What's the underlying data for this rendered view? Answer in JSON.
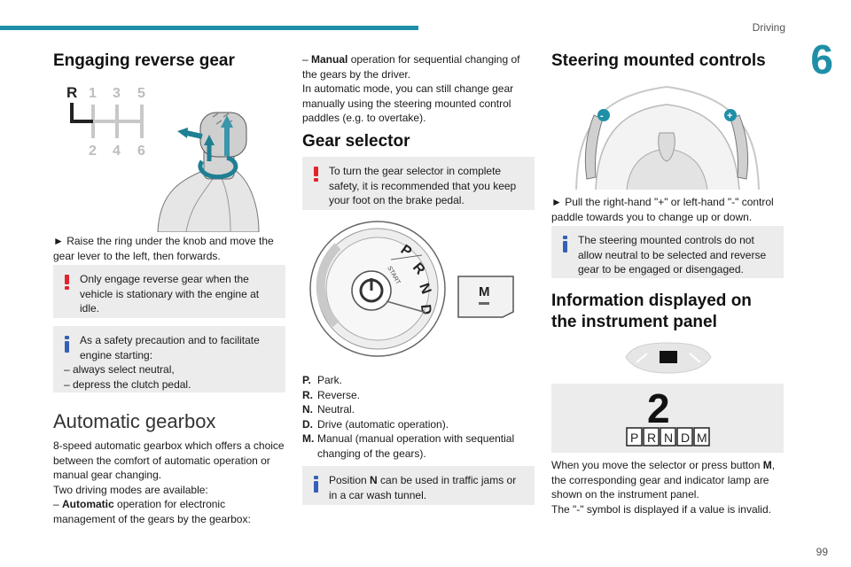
{
  "header": {
    "running_head": "Driving",
    "chapter": "6",
    "page_number": "99"
  },
  "reverse": {
    "title": "Engaging reverse gear",
    "diagram_top": [
      "R",
      "1",
      "3",
      "5"
    ],
    "diagram_bottom": [
      "2",
      "4",
      "6"
    ],
    "instruction": "► Raise the ring under the knob and move the gear lever to the left, then forwards.",
    "warning": "Only engage reverse gear when the vehicle is stationary with the engine at idle.",
    "info_intro": "As a safety precaution and to facilitate engine starting:",
    "info_items": [
      "– always select neutral,",
      "– depress the clutch pedal."
    ]
  },
  "automatic": {
    "title": "Automatic gearbox",
    "para1": "8-speed automatic gearbox which offers a choice between the comfort of automatic operation or manual gear changing.",
    "para2": "Two driving modes are available:",
    "mode1_bold": "Automatic",
    "mode1_rest": " operation for electronic management of the gears by the gearbox:",
    "mode2_bold": "Manual",
    "mode2_rest": " operation for sequential changing of the gears by the driver.",
    "para3": "In automatic mode, you can still change gear manually using the steering mounted control paddles (e.g. to overtake)."
  },
  "selector": {
    "title": "Gear selector",
    "warning": "To turn the gear selector in complete safety, it is recommended that you keep your foot on the brake pedal.",
    "dial_letters": [
      "P",
      "R",
      "N",
      "D"
    ],
    "dial_start": "START",
    "button_label": "M",
    "gears": [
      {
        "key": "P.",
        "text": "Park."
      },
      {
        "key": "R.",
        "text": "Reverse."
      },
      {
        "key": "N.",
        "text": "Neutral."
      },
      {
        "key": "D.",
        "text": "Drive (automatic operation)."
      },
      {
        "key": "M.",
        "text": "Manual (manual operation with sequential changing of the gears)."
      }
    ],
    "info_pre": "Position ",
    "info_bold": "N",
    "info_post": " can be used in traffic jams or in a car wash tunnel."
  },
  "steering": {
    "title": "Steering mounted controls",
    "minus": "-",
    "plus": "+",
    "instruction": "► Pull the right-hand \"+\" or left-hand \"-\" control paddle towards you to change up or down.",
    "info": "The steering mounted controls do not allow neutral to be selected and reverse gear to be engaged or disengaged."
  },
  "panel": {
    "title_line1": "Information displayed on",
    "title_line2": "the instrument panel",
    "gear_digit": "2",
    "indicators": [
      "P",
      "R",
      "N",
      "D",
      "M"
    ],
    "para1_pre": "When you move the selector or press button ",
    "para1_bold": "M",
    "para1_post": ", the corresponding gear and indicator lamp are shown on the instrument panel.",
    "para2": "The \"-\" symbol is displayed if a value is invalid."
  },
  "colors": {
    "accent": "#1f8fa8",
    "warning": "#e0252f",
    "info": "#3561b5",
    "note_bg": "#ececec"
  }
}
